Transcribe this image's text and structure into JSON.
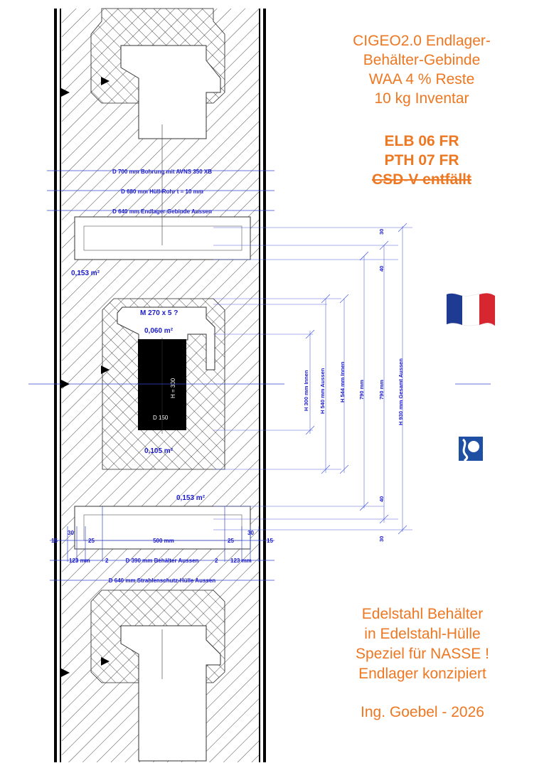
{
  "title": {
    "line1": "CIGEO2.0 Endlager-",
    "line2": "Behälter-Gebinde",
    "line3": "WAA 4 % Reste",
    "line4": "10 kg Inventar"
  },
  "codes": {
    "elb": "ELB 06 FR",
    "pth": "PTH 07 FR",
    "csd": "CSD-V entfällt"
  },
  "description": {
    "line1": "Edelstahl Behälter",
    "line2": "in Edelstahl-Hülle",
    "line3": "Speziel für NASSE !",
    "line4": "Endlager konzipiert"
  },
  "author": "Ing. Goebel - 2026",
  "colors": {
    "accent_orange": "#ee7722",
    "dimension_blue": "#1a1acc"
  },
  "icons": {
    "flag": "france-flag-icon",
    "logo": "company-logo-icon"
  },
  "drawing": {
    "top_labels": {
      "bohrung": "D 700 mm Bohrung mit AVNS 350 XB",
      "huell_rohr": "D 680 mm Hüll-Rohr  t = 10 mm",
      "gebinde": "D 640 mm Endlager-Gebinde Aussen"
    },
    "areas": {
      "upper_left": "0,153 m²",
      "inner_top": "0,060 m²",
      "inner_bottom": "0,105 m²",
      "lower_right": "0,153 m²"
    },
    "thread": "M 270 x 5 ?",
    "hole": {
      "height": "H = 300",
      "diameter": "D 150"
    },
    "vertical_dims": {
      "h300": "H 300 mm Innen",
      "h540": "H 540 mm Aussen",
      "h544": "H 544 mm Innen",
      "m790a": "790 mm",
      "m790b": "790 mm",
      "h930": "H 930 mm Gesamt Aussen",
      "top30": "30",
      "top40": "40",
      "bot40": "40",
      "bot30": "30"
    },
    "bottom_dims": {
      "d15l": "15",
      "d30l": "30",
      "d25l": "25",
      "d500": "500 mm",
      "d25r": "25",
      "d30r": "30",
      "d15r": "15",
      "d123l": "123 mm",
      "d2l": "2",
      "d390": "D 390 mm Behälter  Aussen",
      "d2r": "2",
      "d123r": "123 mm",
      "d640": "D 640 mm Strahlenschutz-Hülle Aussen"
    }
  }
}
